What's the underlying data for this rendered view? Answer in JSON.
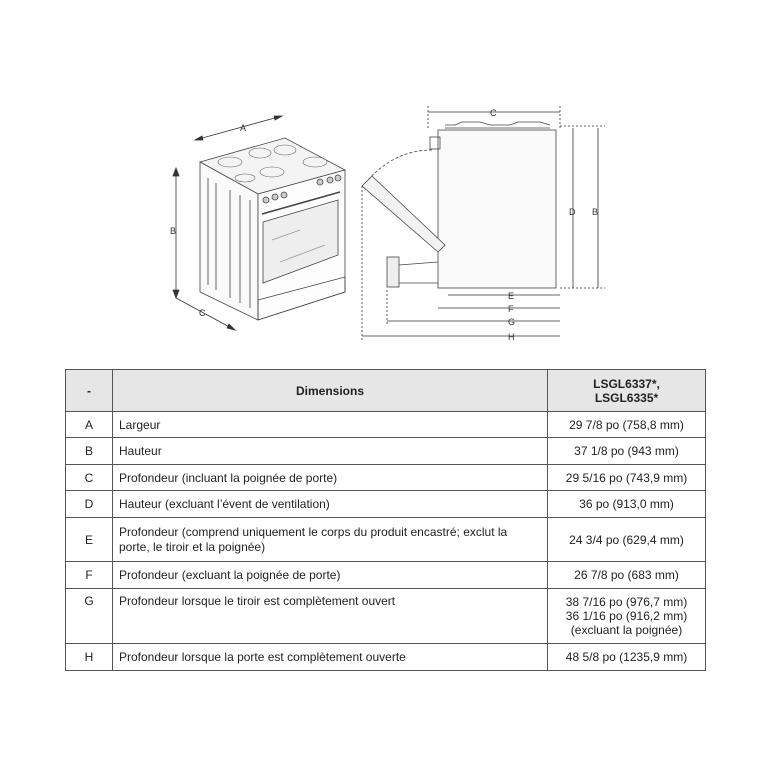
{
  "diagram": {
    "front_labels": [
      "A",
      "B",
      "C"
    ],
    "side_labels": [
      "C",
      "D",
      "B",
      "E",
      "F",
      "G",
      "H"
    ]
  },
  "table": {
    "headers": [
      "-",
      "Dimensions",
      "LSGL6337*,\nLSGL6335*"
    ],
    "rows": [
      {
        "key": "A",
        "desc": "Largeur",
        "values": [
          "29 7/8 po (758,8 mm)"
        ]
      },
      {
        "key": "B",
        "desc": "Hauteur",
        "values": [
          "37 1/8 po (943 mm)"
        ]
      },
      {
        "key": "C",
        "desc": "Profondeur (incluant la poignée de porte)",
        "values": [
          "29 5/16 po (743,9 mm)"
        ]
      },
      {
        "key": "D",
        "desc": "Hauteur (excluant l’évent de ventilation)",
        "values": [
          "36 po (913,0 mm)"
        ]
      },
      {
        "key": "E",
        "desc": "Profondeur (comprend uniquement le corps du produit encastré; exclut la porte, le tiroir et la poignée)",
        "values": [
          "24 3/4 po (629,4 mm)"
        ]
      },
      {
        "key": "F",
        "desc": "Profondeur (excluant la poignée de porte)",
        "values": [
          "26 7/8 po (683 mm)"
        ]
      },
      {
        "key": "G",
        "desc": "Profondeur lorsque le tiroir est complètement ouvert",
        "values": [
          "38 7/16 po (976,7 mm)",
          "36 1/16 po (916,2 mm)",
          "(excluant la poignée)"
        ]
      },
      {
        "key": "H",
        "desc": "Profondeur lorsque la porte est complètement ouverte",
        "values": [
          "48 5/8 po (1235,9 mm)"
        ]
      }
    ]
  }
}
